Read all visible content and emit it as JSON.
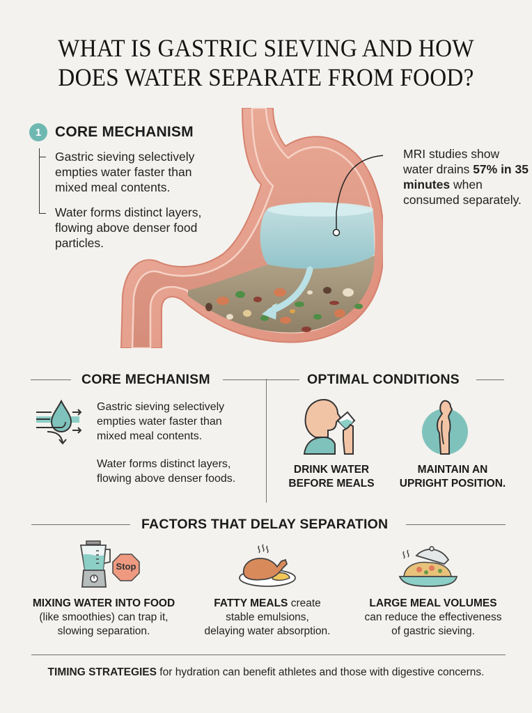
{
  "title": {
    "line1": "WHAT IS GASTRIC SIEVING AND HOW",
    "line2": "DOES WATER SEPARATE FROM FOOD?"
  },
  "hero": {
    "badge_number": "1",
    "heading": "CORE MECHANISM",
    "points": [
      "Gastric sieving selectively empties water faster than mixed meal contents.",
      "Water forms distinct layers, flowing above denser food particles."
    ],
    "callout": {
      "prefix": "MRI studies show water drains ",
      "bold": "57% in 35 minutes",
      "suffix": " when consumed separately."
    },
    "illustration_icon": "stomach-cross-section-icon"
  },
  "core_mechanism": {
    "heading": "CORE MECHANISM",
    "icon": "water-drop-flow-icon",
    "paragraph1": "Gastric sieving selectively empties water faster than mixed meal contents.",
    "paragraph2": "Water forms distinct layers, flowing above denser foods."
  },
  "optimal_conditions": {
    "heading": "OPTIMAL CONDITIONS",
    "items": [
      {
        "icon": "person-drinking-icon",
        "label_line1": "DRINK WATER",
        "label_line2": "BEFORE MEALS"
      },
      {
        "icon": "upright-posture-icon",
        "label_line1": "MAINTAIN AN",
        "label_line2": "UPRIGHT POSITION."
      }
    ]
  },
  "factors": {
    "heading": "FACTORS THAT DELAY SEPARATION",
    "items": [
      {
        "icon": "blender-icon",
        "badge": "Stop",
        "bold": "MIXING WATER INTO FOOD",
        "line2": "(like smoothies) can trap it,",
        "line3": "slowing separation."
      },
      {
        "icon": "fatty-meal-icon",
        "bold": "FATTY MEALS",
        "line1_rest": " create",
        "line2": "stable emulsions,",
        "line3": "delaying water absorption."
      },
      {
        "icon": "large-meal-icon",
        "bold": "LARGE MEAL VOLUMES",
        "line2": "can reduce the effectiveness",
        "line3": "of gastric sieving."
      }
    ]
  },
  "footer": {
    "bold": "TIMING STRATEGIES",
    "rest": " for hydration can benefit athletes and those with digestive concerns."
  },
  "colors": {
    "background": "#f3f2ee",
    "teal_accent": "#6fb8b2",
    "stomach_wall": "#e8a18f",
    "water": "#a9d3d8",
    "stop_sign": "#ef9a80"
  }
}
